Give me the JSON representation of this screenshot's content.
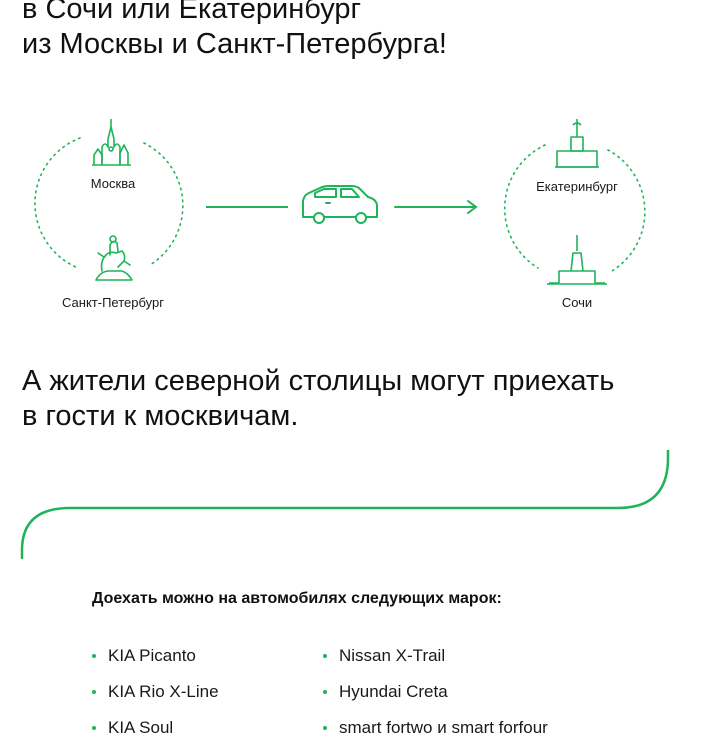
{
  "headline_top": {
    "line1": "в Сочи или Екатеринбург",
    "line2": "из Москвы и Санкт-Петербурга!"
  },
  "route": {
    "origin_cities": {
      "moscow": "Москва",
      "spb": "Санкт-Петербург"
    },
    "destination_cities": {
      "ekb": "Екатеринбург",
      "sochi": "Сочи"
    },
    "icons": {
      "moscow": "kremlin-icon",
      "spb": "bronze-horseman-icon",
      "ekb": "monument-icon",
      "sochi": "spire-building-icon",
      "vehicle": "car-icon",
      "arrow": "arrow-right-icon"
    }
  },
  "headline_mid": {
    "line1": "А жители северной столицы могут приехать",
    "line2": "в гости к москвичам."
  },
  "brands": {
    "title": "Доехать можно на автомобилях следующих марок:",
    "left": [
      "KIA Picanto",
      "KIA Rio X-Line",
      "KIA Soul"
    ],
    "right": [
      "Nissan X-Trail",
      "Hyundai Creta",
      "smart fortwo и smart forfour"
    ]
  },
  "colors": {
    "accent": "#1fb35a",
    "text": "#111111"
  }
}
